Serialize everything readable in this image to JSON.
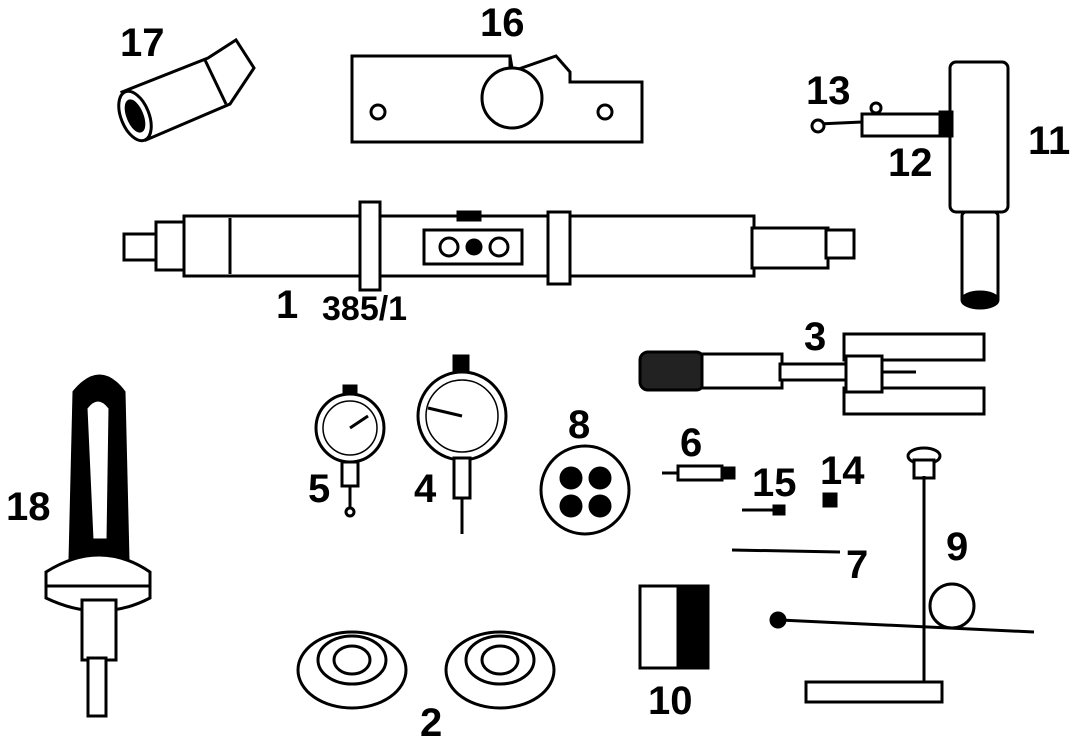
{
  "labels": {
    "l1": "1",
    "l2": "2",
    "l3": "3",
    "l4": "4",
    "l5": "5",
    "l6": "6",
    "l7": "7",
    "l8": "8",
    "l9": "9",
    "l10": "10",
    "l11": "11",
    "l12": "12",
    "l13": "13",
    "l14": "14",
    "l15": "15",
    "l16": "16",
    "l17": "17",
    "l18": "18",
    "l385": "385/1"
  },
  "colors": {
    "ink": "#000000",
    "paper": "#ffffff"
  }
}
